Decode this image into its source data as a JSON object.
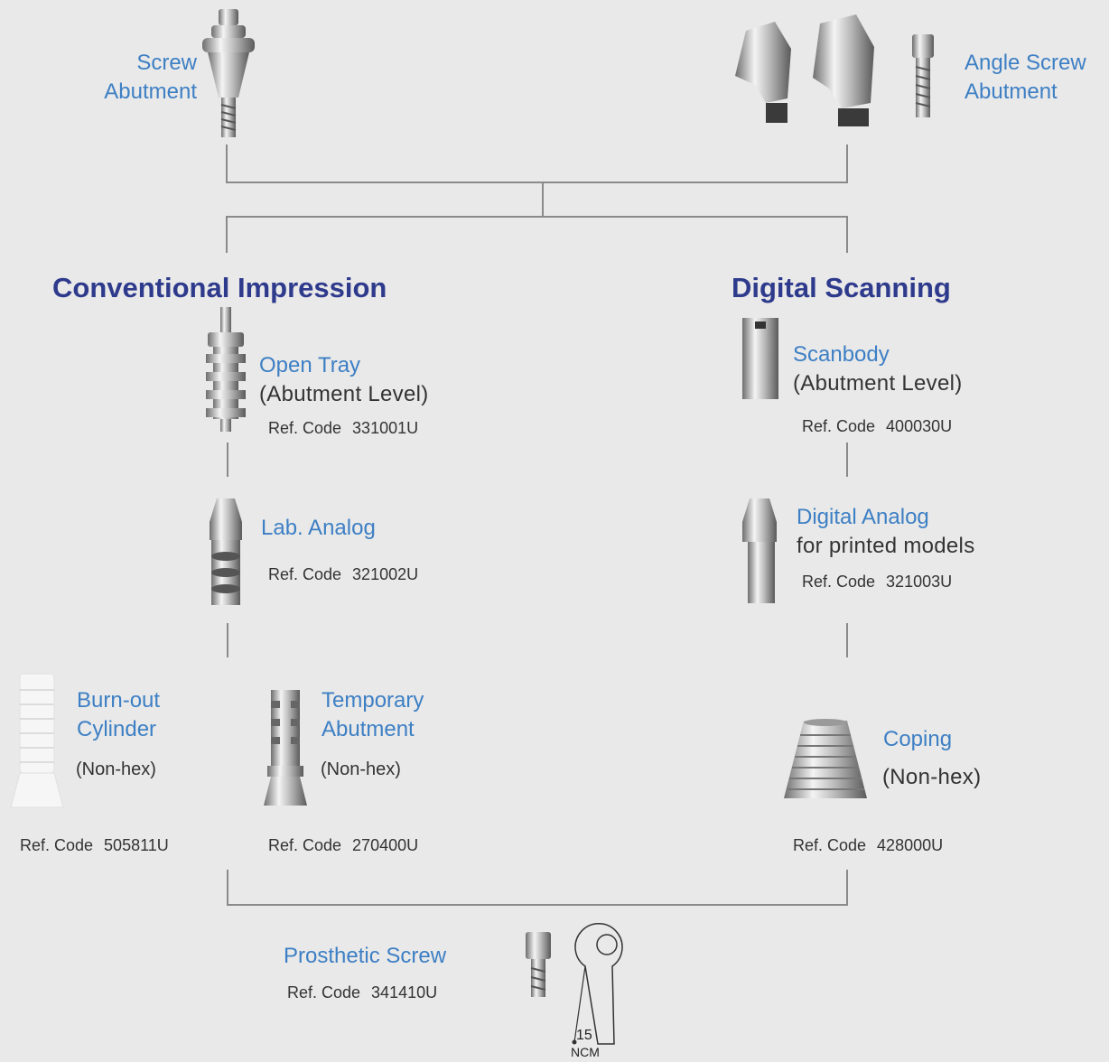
{
  "top": {
    "screw_abutment": {
      "line1": "Screw",
      "line2": "Abutment"
    },
    "angle_screw_abutment": {
      "line1": "Angle Screw",
      "line2": "Abutment"
    }
  },
  "headings": {
    "conventional": "Conventional Impression",
    "digital": "Digital Scanning"
  },
  "ref_label": "Ref. Code",
  "items": {
    "open_tray": {
      "name": "Open Tray",
      "detail": "(Abutment Level)",
      "code": "331001U"
    },
    "lab_analog": {
      "name": "Lab. Analog",
      "code": "321002U"
    },
    "scanbody": {
      "name": "Scanbody",
      "detail": "(Abutment Level)",
      "code": "400030U"
    },
    "digital_analog": {
      "name": "Digital Analog",
      "detail": "for printed models",
      "code": "321003U"
    },
    "burnout": {
      "line1": "Burn-out",
      "line2": "Cylinder",
      "detail": "(Non-hex)",
      "code": "505811U"
    },
    "temporary": {
      "line1": "Temporary",
      "line2": "Abutment",
      "detail": "(Non-hex)",
      "code": "270400U"
    },
    "coping": {
      "name": "Coping",
      "detail": "(Non-hex)",
      "code": "428000U"
    },
    "prosthetic_screw": {
      "name": "Prosthetic Screw",
      "code": "341410U"
    }
  },
  "torque_wrench": {
    "value": "15",
    "unit": "NCM"
  },
  "colors": {
    "accent": "#3d7fc4",
    "heading": "#2e3a8c",
    "line": "#8a8a8a",
    "background": "#e9e9e9"
  }
}
